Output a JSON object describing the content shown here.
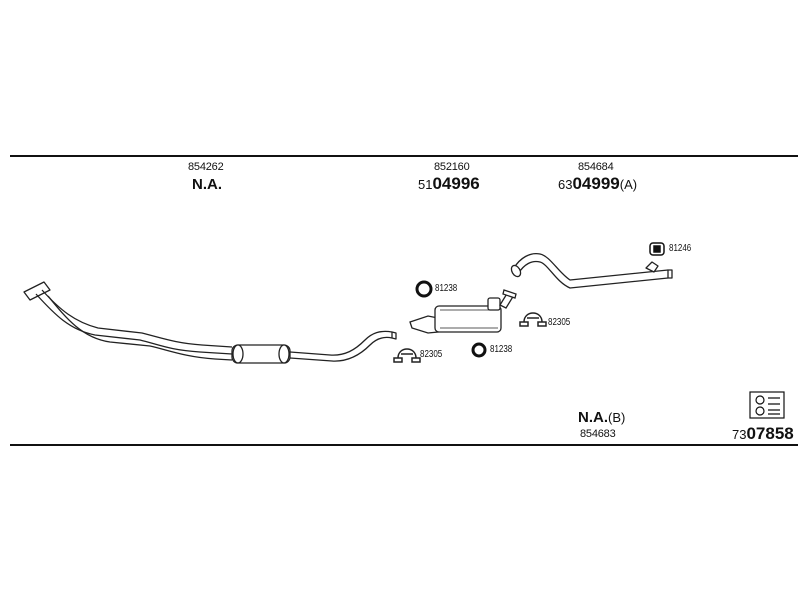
{
  "top_labels": {
    "front_pipe": {
      "number": "854262",
      "ref": "N.A."
    },
    "middle": {
      "number": "852160",
      "ref_prefix": "51",
      "ref_main": "04996"
    },
    "rear": {
      "number": "854684",
      "ref_prefix": "63",
      "ref_main": "04999",
      "ref_suffix": "(A)"
    }
  },
  "parts": {
    "ring_top": "81238",
    "ring_bottom": "81238",
    "clamp_left": "82305",
    "clamp_right": "82305",
    "hanger": "81246"
  },
  "bottom_labels": {
    "variant": {
      "ref": "N.A.",
      "suffix": "(B)",
      "number": "854683"
    },
    "kit": {
      "prefix": "73",
      "main": "07858"
    }
  }
}
